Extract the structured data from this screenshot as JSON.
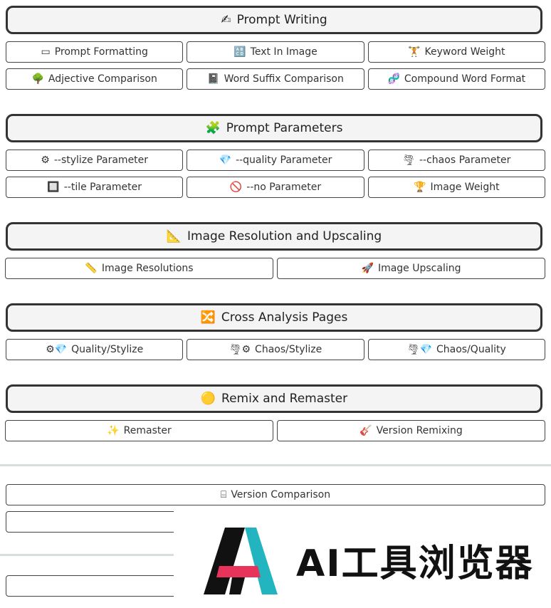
{
  "sections": [
    {
      "title": "Prompt Writing",
      "icon": "✍",
      "rows": [
        [
          {
            "label": "Prompt Formatting",
            "icon": "▭"
          },
          {
            "label": "Text In Image",
            "icon": "🔠"
          },
          {
            "label": "Keyword Weight",
            "icon": "🏋"
          }
        ],
        [
          {
            "label": "Adjective Comparison",
            "icon": "🌳"
          },
          {
            "label": "Word Suffix Comparison",
            "icon": "📓"
          },
          {
            "label": "Compound Word Format",
            "icon": "🧬"
          }
        ]
      ]
    },
    {
      "title": "Prompt Parameters",
      "icon": "🧩",
      "rows": [
        [
          {
            "label": "--stylize Parameter",
            "icon": "⚙"
          },
          {
            "label": "--quality Parameter",
            "icon": "💎"
          },
          {
            "label": "--chaos Parameter",
            "icon": "🌪"
          }
        ],
        [
          {
            "label": "--tile Parameter",
            "icon": "🔲"
          },
          {
            "label": "--no Parameter",
            "icon": "🚫"
          },
          {
            "label": "Image Weight",
            "icon": "🏆"
          }
        ]
      ]
    },
    {
      "title": "Image Resolution and Upscaling",
      "icon": "📐",
      "rows": [
        [
          {
            "label": "Image Resolutions",
            "icon": "📏"
          },
          {
            "label": "Image Upscaling",
            "icon": "🚀"
          }
        ]
      ]
    },
    {
      "title": "Cross Analysis Pages",
      "icon": "🔀",
      "rows": [
        [
          {
            "label": "Quality/Stylize",
            "icon": "⚙💎"
          },
          {
            "label": "Chaos/Stylize",
            "icon": "🌪⚙"
          },
          {
            "label": "Chaos/Quality",
            "icon": "🌪💎"
          }
        ]
      ]
    },
    {
      "title": "Remix and Remaster",
      "icon": "🟡",
      "rows": [
        [
          {
            "label": "Remaster",
            "icon": "✨"
          },
          {
            "label": "Version Remixing",
            "icon": "🎸"
          }
        ]
      ]
    }
  ],
  "version_comparison": {
    "label": "Version Comparison",
    "icon": "⌸"
  },
  "watermark": {
    "text": "AI工具浏览器"
  }
}
